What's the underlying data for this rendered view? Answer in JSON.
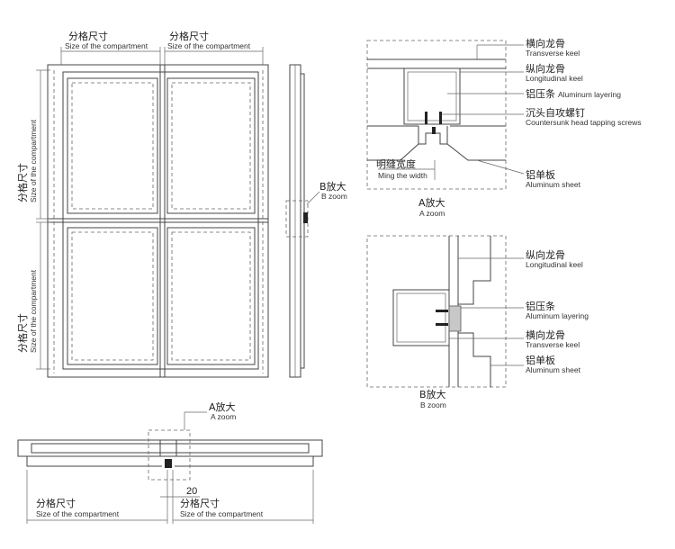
{
  "labels": {
    "compartment_zh": "分格尺寸",
    "compartment_en": "Size of the compartment",
    "b_zoom_zh": "B放大",
    "b_zoom_en": "B zoom",
    "a_zoom_zh": "A放大",
    "a_zoom_en": "A zoom",
    "transverse_keel_zh": "横向龙骨",
    "transverse_keel_en": "Transverse keel",
    "longitudinal_keel_zh": "纵向龙骨",
    "longitudinal_keel_en": "Longitudinal keel",
    "aluminum_layering_zh": "铝压条",
    "aluminum_layering_en": "Aluminum layering",
    "screws_zh": "沉头自攻螺钉",
    "screws_en": "Countersunk head tapping screws",
    "ming_width_zh": "明缝宽度",
    "ming_width_en": "Ming the width",
    "aluminum_sheet_zh": "铝单板",
    "aluminum_sheet_en": "Aluminum sheet",
    "gap_value": "20"
  }
}
